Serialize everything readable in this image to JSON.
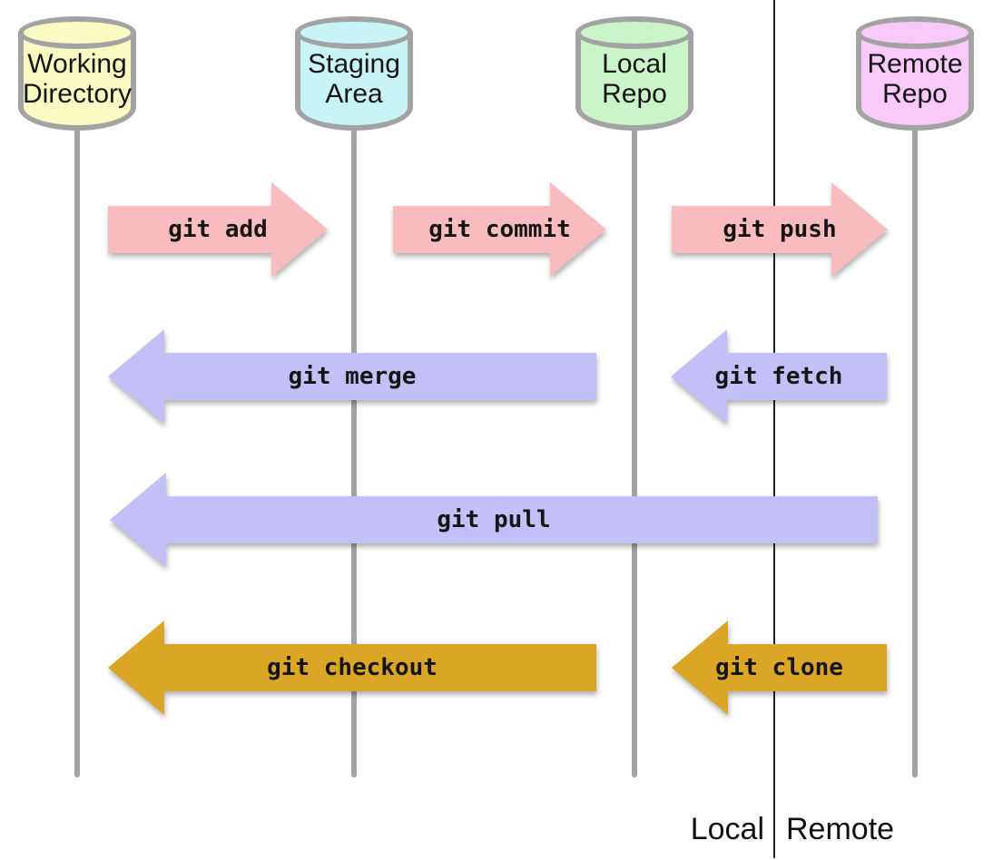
{
  "diagram": {
    "stores": {
      "working_directory": {
        "label": "Working Directory",
        "fill": "#fafac3"
      },
      "staging_area": {
        "label": "Staging Area",
        "fill": "#c8f4f6"
      },
      "local_repo": {
        "label": "Local Repo",
        "fill": "#c9f5c9"
      },
      "remote_repo": {
        "label": "Remote Repo",
        "fill": "#f9c9f9"
      }
    },
    "arrows": {
      "git_add": {
        "label": "git add",
        "fill": "#f8bcbe",
        "direction": "right",
        "from": "working_directory",
        "to": "staging_area"
      },
      "git_commit": {
        "label": "git commit",
        "fill": "#f8bcbe",
        "direction": "right",
        "from": "staging_area",
        "to": "local_repo"
      },
      "git_push": {
        "label": "git push",
        "fill": "#f8bcbe",
        "direction": "right",
        "from": "local_repo",
        "to": "remote_repo"
      },
      "git_merge": {
        "label": "git merge",
        "fill": "#c2c0f6",
        "direction": "left",
        "from": "local_repo",
        "to": "working_directory"
      },
      "git_fetch": {
        "label": "git fetch",
        "fill": "#c2c0f6",
        "direction": "left",
        "from": "remote_repo",
        "to": "local_repo"
      },
      "git_pull": {
        "label": "git pull",
        "fill": "#c2c0f6",
        "direction": "left",
        "from": "remote_repo",
        "to": "working_directory"
      },
      "git_checkout": {
        "label": "git checkout",
        "fill": "#dba525",
        "direction": "left",
        "from": "local_repo",
        "to": "working_directory"
      },
      "git_clone": {
        "label": "git clone",
        "fill": "#dba525",
        "direction": "left",
        "from": "remote_repo",
        "to": "local_repo"
      }
    },
    "regions": {
      "local_label": "Local",
      "remote_label": "Remote"
    },
    "lines": {
      "lane_color": "#a3a3a3",
      "divider_color": "#222222"
    }
  }
}
